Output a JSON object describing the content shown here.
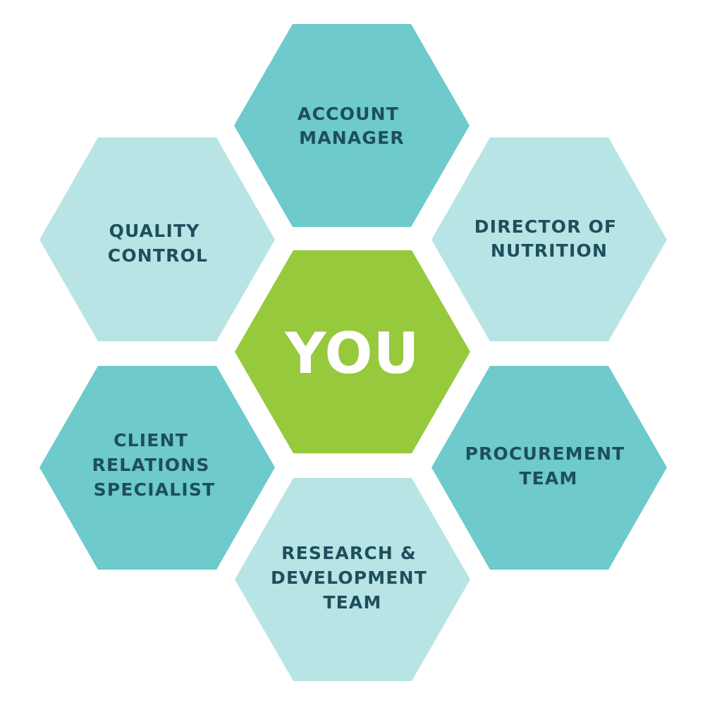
{
  "colors": {
    "background": "#ffffff",
    "teal_dark": "#6ecacb",
    "teal_light": "#b8e4e5",
    "green": "#97c93d",
    "label_text": "#1d4f5c",
    "center_text": "#ffffff"
  },
  "center": {
    "label": "YOU",
    "color": "#97c93d"
  },
  "hexagons": [
    {
      "id": "account-manager",
      "lines": [
        "ACCOUNT",
        "MANAGER"
      ],
      "color": "#6ecacb"
    },
    {
      "id": "quality-control",
      "lines": [
        "QUALITY",
        "CONTROL"
      ],
      "color": "#b8e4e5"
    },
    {
      "id": "director-of-nutrition",
      "lines": [
        "DIRECTOR OF",
        "NUTRITION"
      ],
      "color": "#b8e4e5"
    },
    {
      "id": "client-relations-specialist",
      "lines": [
        "CLIENT",
        "RELATIONS",
        "SPECIALIST"
      ],
      "color": "#6ecacb"
    },
    {
      "id": "procurement-team",
      "lines": [
        "PROCUREMENT",
        "TEAM"
      ],
      "color": "#6ecacb"
    },
    {
      "id": "research-development-team",
      "lines": [
        "RESEARCH &",
        "DEVELOPMENT",
        "TEAM"
      ],
      "color": "#b8e4e5"
    }
  ]
}
